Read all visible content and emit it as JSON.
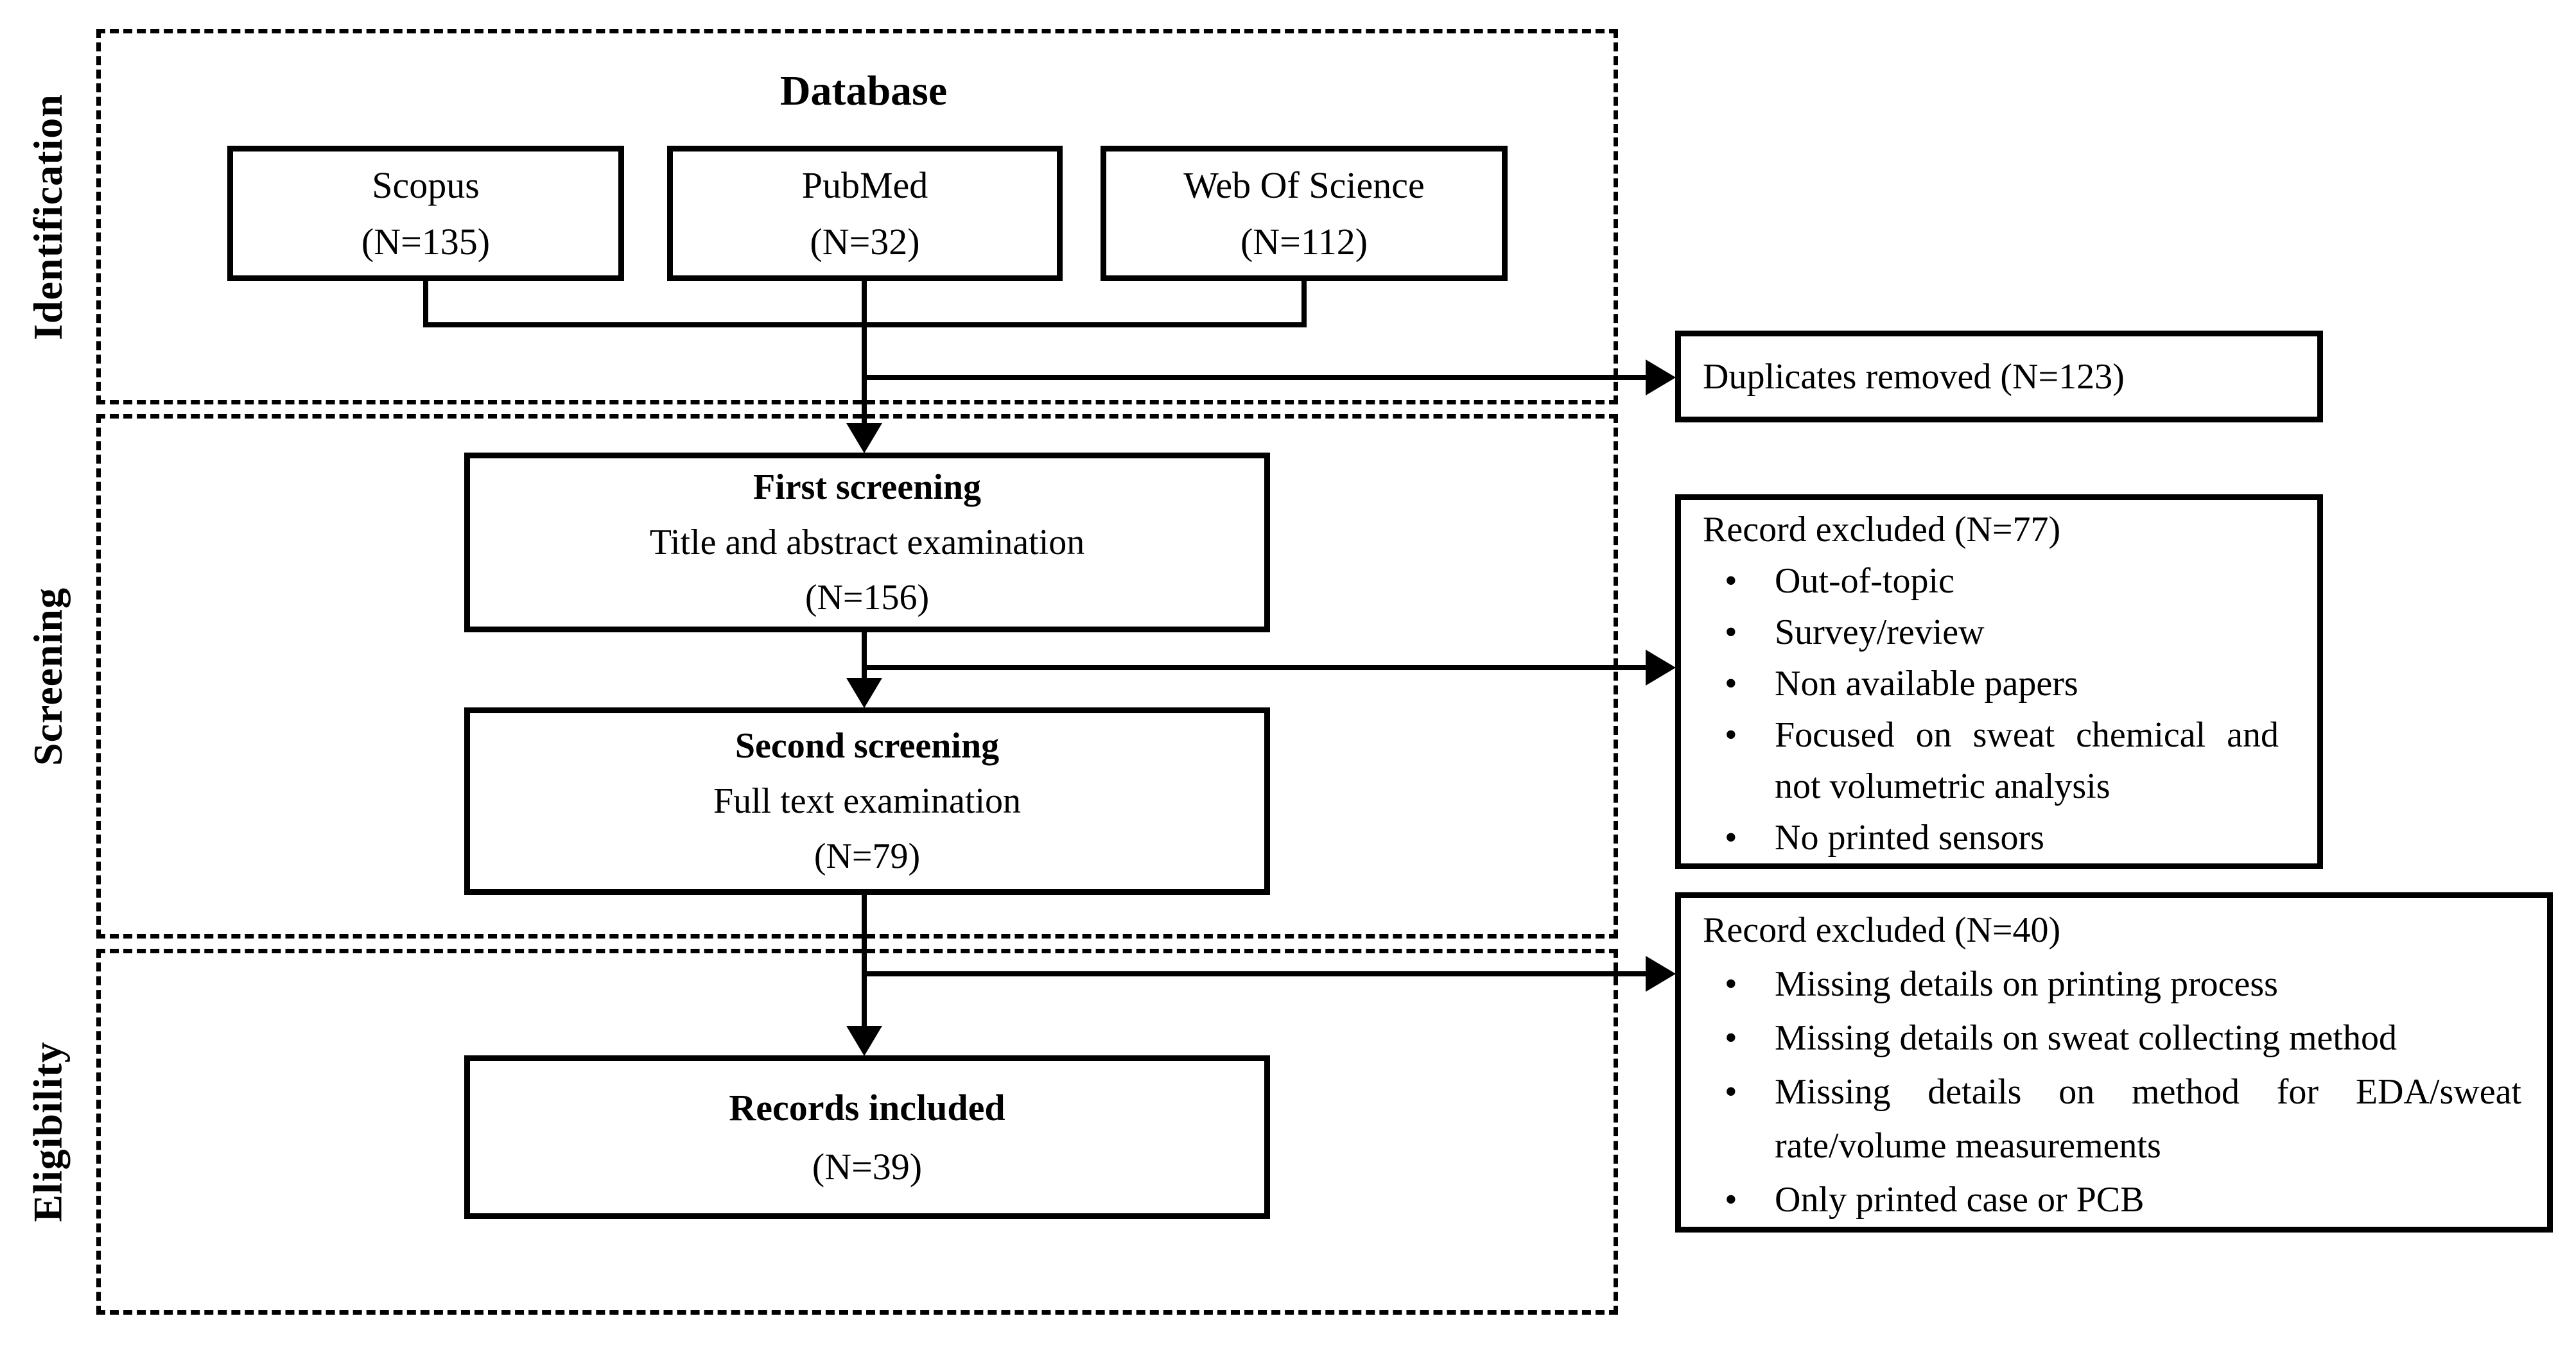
{
  "sections": {
    "identification": {
      "label": "Identification"
    },
    "screening": {
      "label": "Screening"
    },
    "eligibility": {
      "label": "Eligibility"
    }
  },
  "database": {
    "title": "Database",
    "sources": [
      {
        "name": "Scopus",
        "count": "(N=135)"
      },
      {
        "name": "PubMed",
        "count": "(N=32)"
      },
      {
        "name": "Web Of Science",
        "count": "(N=112)"
      }
    ]
  },
  "flow_boxes": {
    "first_screening": {
      "title": "First screening",
      "subtitle": "Title and abstract examination",
      "count": "(N=156)"
    },
    "second_screening": {
      "title": "Second screening",
      "subtitle": "Full text examination",
      "count": "(N=79)"
    },
    "records_included": {
      "title": "Records included",
      "count": "(N=39)"
    }
  },
  "side_boxes": {
    "duplicates_removed": {
      "title": "Duplicates removed (N=123)"
    },
    "record_excluded_77": {
      "title": "Record excluded (N=77)",
      "items": [
        "Out-of-topic",
        "Survey/review",
        "Non available papers",
        "Focused on sweat chemical and not volumetric analysis",
        "No printed sensors"
      ]
    },
    "record_excluded_40": {
      "title": "Record excluded (N=40)",
      "items": [
        "Missing details on printing process",
        "Missing details on sweat collecting method",
        "Missing details on method for EDA/sweat rate/volume measurements",
        "Only printed case or PCB"
      ]
    }
  },
  "colors": {
    "line": "#000000",
    "background": "#ffffff"
  }
}
